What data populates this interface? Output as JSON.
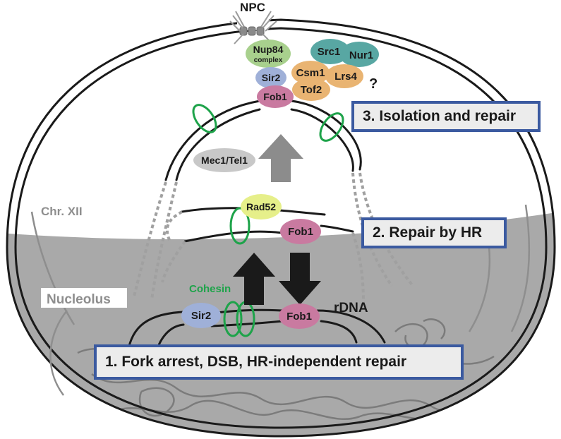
{
  "labels": {
    "npc": "NPC",
    "chromosome": "Chr. XII",
    "nucleolus": "Nucleolus",
    "rdna": "rDNA",
    "cohesin": "Cohesin",
    "question": "?"
  },
  "proteins": {
    "nup84_line1": "Nup84",
    "nup84_line2": "complex",
    "src1": "Src1",
    "nur1": "Nur1",
    "sir2_top": "Sir2",
    "csm1": "Csm1",
    "lrs4": "Lrs4",
    "tof2": "Tof2",
    "fob1_top": "Fob1",
    "mec1_tel1": "Mec1/Tel1",
    "rad52": "Rad52",
    "fob1_mid": "Fob1",
    "sir2_bottom": "Sir2",
    "fob1_bottom": "Fob1"
  },
  "steps": {
    "step1": "1. Fork arrest, DSB, HR-independent repair",
    "step2": "2. Repair by HR",
    "step3": "3. Isolation and repair"
  },
  "colors": {
    "nucleolus_fill": "#a9a9a9",
    "box_border": "#3b5aa0",
    "box_fill": "#ececec",
    "fob1": "#c97aa0",
    "sir2": "#9fb0d8",
    "csm1_lrs4_tof2": "#e9b472",
    "nup84": "#a8d08d",
    "src1_nur1": "#58a7a3",
    "rad52": "#e6ef8a",
    "mec1_tel1": "#c8c8c8",
    "cohesin": "#1ea34a",
    "arrow_gray": "#8c8c8c",
    "arrow_black": "#1a1a1a"
  }
}
